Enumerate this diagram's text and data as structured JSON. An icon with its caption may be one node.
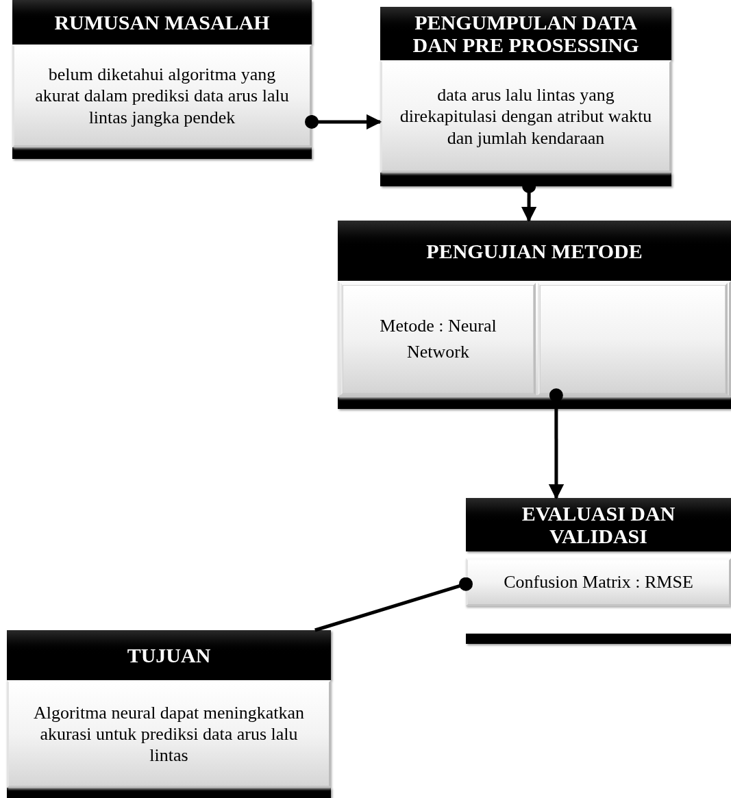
{
  "diagram": {
    "nodes": [
      {
        "text": [
          "RUMUSAN MASALAH",
          "belum diketahui algoritma yang akurat dalam prediksi data arus lalu lintas jangka pendek"
        ]
      },
      {
        "text": [
          "PENGUMPULAN DATA DAN PRE PROSESSING",
          "data arus lalu lintas  yang direkapitulasi dengan atribut waktu dan jumlah kendaraan"
        ]
      },
      {
        "text": [
          "PENGUJIAN METODE"
        ]
      },
      {
        "text": [
          "Metode : Neural Network"
        ],
        "in": 2
      },
      {
        "text": [],
        "shape": "box",
        "in": 2
      },
      {
        "text": [
          "EVALUASI DAN VALIDASI",
          "Confusion Matrix : RMSE"
        ]
      },
      {
        "text": [
          "TUJUAN",
          "Algoritma neural dapat meningkatkan akurasi untuk prediksi data arus lalu lintas"
        ]
      }
    ],
    "edges": [
      {
        "from": 0,
        "to": 1,
        "arrow": "to"
      },
      {
        "from": 1,
        "to": 2,
        "arrow": "to"
      },
      {
        "from": 4,
        "to": 5,
        "arrow": "to"
      },
      {
        "from": 5,
        "to": 6,
        "arrow": "other"
      }
    ]
  }
}
